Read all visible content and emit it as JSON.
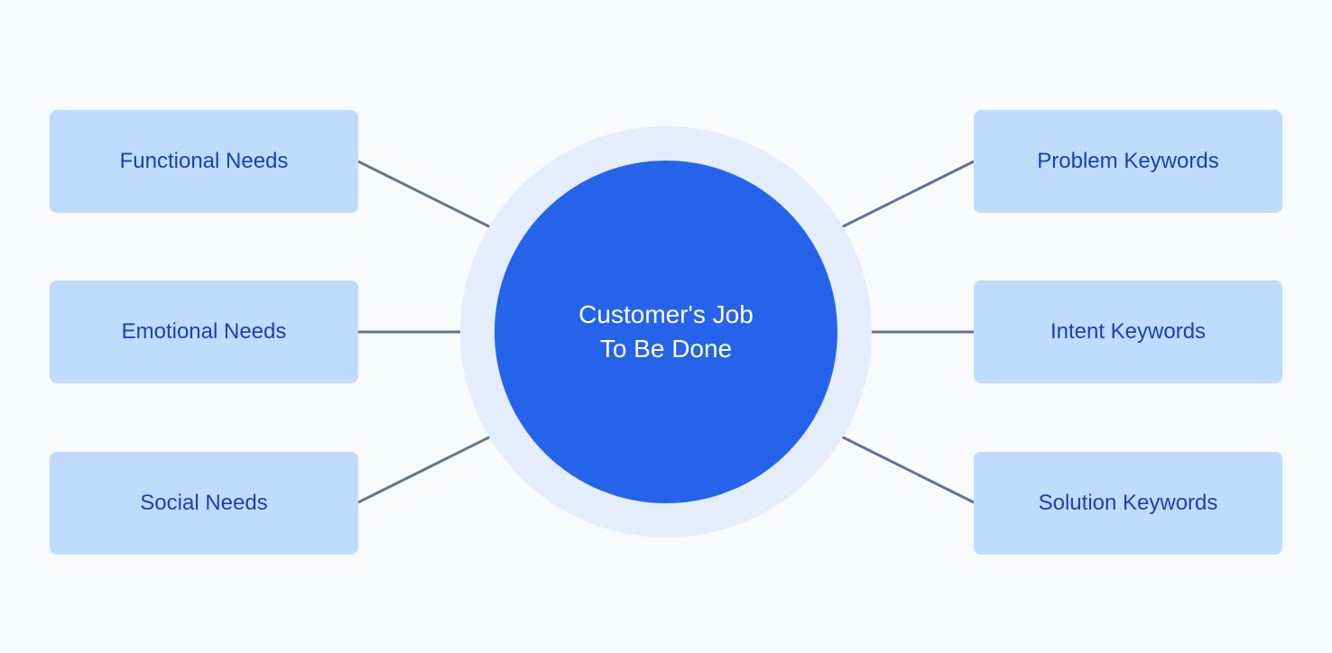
{
  "center": {
    "line1": "Customer's Job",
    "line2": "To Be Done"
  },
  "left_nodes": [
    {
      "label": "Functional Needs"
    },
    {
      "label": "Emotional Needs"
    },
    {
      "label": "Social Needs"
    }
  ],
  "right_nodes": [
    {
      "label": "Problem Keywords"
    },
    {
      "label": "Intent Keywords"
    },
    {
      "label": "Solution Keywords"
    }
  ],
  "colors": {
    "background": "#f8fafc",
    "halo": "#e3edfb",
    "core": "#2563eb",
    "node_fill": "#bfdbfe",
    "node_text": "#1e40af",
    "connector": "#64748b"
  }
}
